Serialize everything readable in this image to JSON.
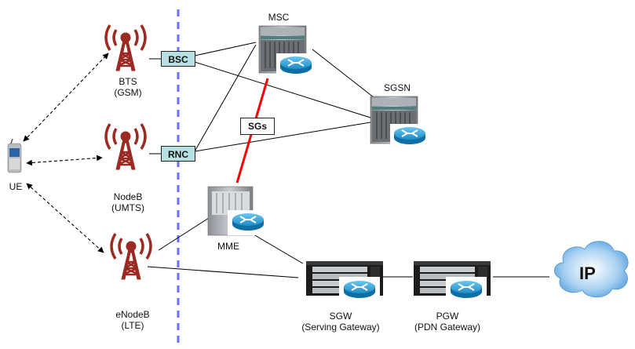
{
  "diagram": {
    "title": "",
    "colors": {
      "tower": "#9b2a22",
      "divider": "#6b6bff",
      "sgs_link": "#ff0000",
      "controller_box": "#b6e0e2",
      "router": "#1e8fc8",
      "cloud": "#7fb8e6"
    },
    "nodes": {
      "ue": {
        "label": "UE",
        "icon": "mobile-phone-icon"
      },
      "bts": {
        "label": "BTS",
        "sublabel": "(GSM)",
        "icon": "cell-tower-icon"
      },
      "nodeb": {
        "label": "NodeB",
        "sublabel": "(UMTS)",
        "icon": "cell-tower-icon"
      },
      "enodeb": {
        "label": "eNodeB",
        "sublabel": "(LTE)",
        "icon": "cell-tower-icon"
      },
      "bsc": {
        "label": "BSC"
      },
      "rnc": {
        "label": "RNC"
      },
      "msc": {
        "label": "MSC",
        "icon": "switch-router-icon"
      },
      "sgsn": {
        "label": "SGSN",
        "icon": "switch-router-icon"
      },
      "mme": {
        "label": "MME",
        "icon": "switch-router-icon"
      },
      "sgw": {
        "label": "SGW",
        "sublabel": "(Serving Gateway)",
        "icon": "gateway-router-icon"
      },
      "pgw": {
        "label": "PGW",
        "sublabel": "(PDN Gateway)",
        "icon": "gateway-router-icon"
      },
      "ip": {
        "label": "IP",
        "icon": "cloud-icon"
      }
    },
    "interfaces": {
      "sgs": {
        "label": "SGs"
      }
    },
    "edges": [
      {
        "from": "ue",
        "to": "bts",
        "style": "dashed-bidirectional"
      },
      {
        "from": "ue",
        "to": "nodeb",
        "style": "dashed-bidirectional"
      },
      {
        "from": "ue",
        "to": "enodeb",
        "style": "dashed-bidirectional"
      },
      {
        "from": "bts",
        "to": "bsc",
        "style": "solid"
      },
      {
        "from": "nodeb",
        "to": "rnc",
        "style": "solid"
      },
      {
        "from": "bsc",
        "to": "msc",
        "style": "solid"
      },
      {
        "from": "bsc",
        "to": "sgsn",
        "style": "solid"
      },
      {
        "from": "rnc",
        "to": "msc",
        "style": "solid"
      },
      {
        "from": "rnc",
        "to": "sgsn",
        "style": "solid"
      },
      {
        "from": "msc",
        "to": "sgsn",
        "style": "solid"
      },
      {
        "from": "msc",
        "to": "mme",
        "style": "red-thick",
        "label": "SGs"
      },
      {
        "from": "enodeb",
        "to": "mme",
        "style": "solid"
      },
      {
        "from": "enodeb",
        "to": "sgw",
        "style": "solid"
      },
      {
        "from": "mme",
        "to": "sgw",
        "style": "solid"
      },
      {
        "from": "sgw",
        "to": "pgw",
        "style": "solid"
      },
      {
        "from": "pgw",
        "to": "ip",
        "style": "solid"
      }
    ]
  }
}
